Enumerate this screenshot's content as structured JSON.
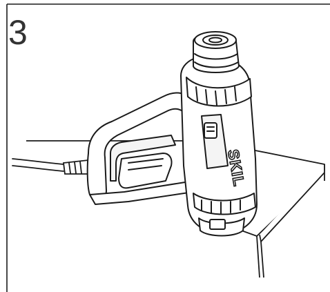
{
  "step": {
    "number": "3"
  },
  "product": {
    "brand_logo": "SKIL"
  },
  "figure": {
    "subject": "heat-gun-resting-upright-on-table-edge",
    "line_color": "#1a1a1a",
    "background_color": "#ffffff"
  }
}
